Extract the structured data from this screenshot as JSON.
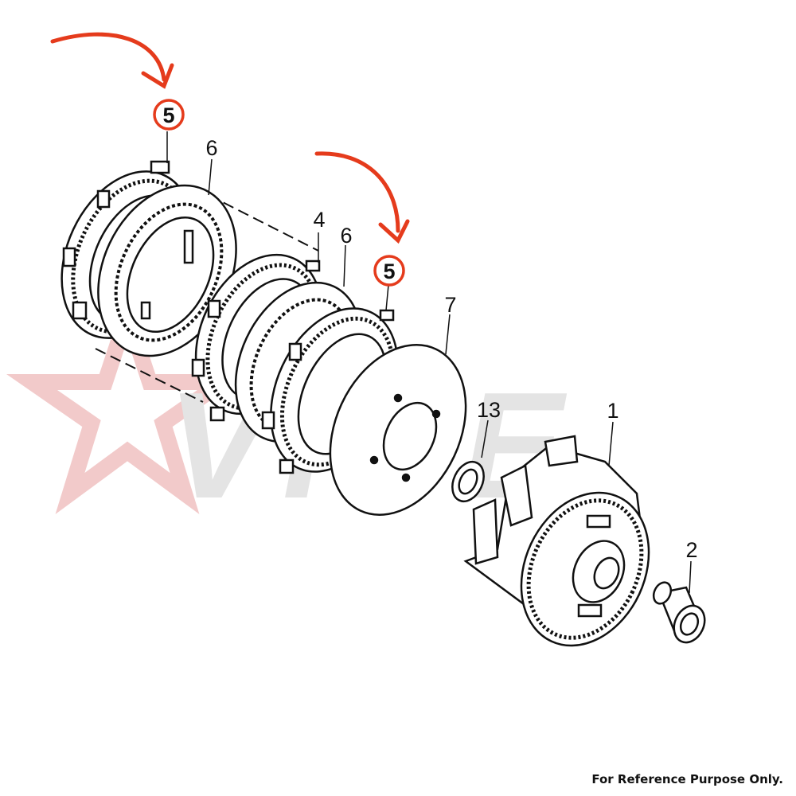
{
  "diagram": {
    "callouts": {
      "plate_5_top": "5",
      "plate_6_top": "6",
      "plate_4": "4",
      "plate_6_mid": "6",
      "plate_5_mid": "5",
      "pressure_plate_7": "7",
      "washer_13": "13",
      "outer_clutch_1": "1",
      "collar_2": "2"
    },
    "highlight_color": "#e53b1c",
    "watermark_color": "#e0e0e0",
    "watermark_star_color": "#f2caca",
    "watermark_text": "VICE"
  },
  "footer": {
    "note": "For Reference Purpose Only."
  }
}
